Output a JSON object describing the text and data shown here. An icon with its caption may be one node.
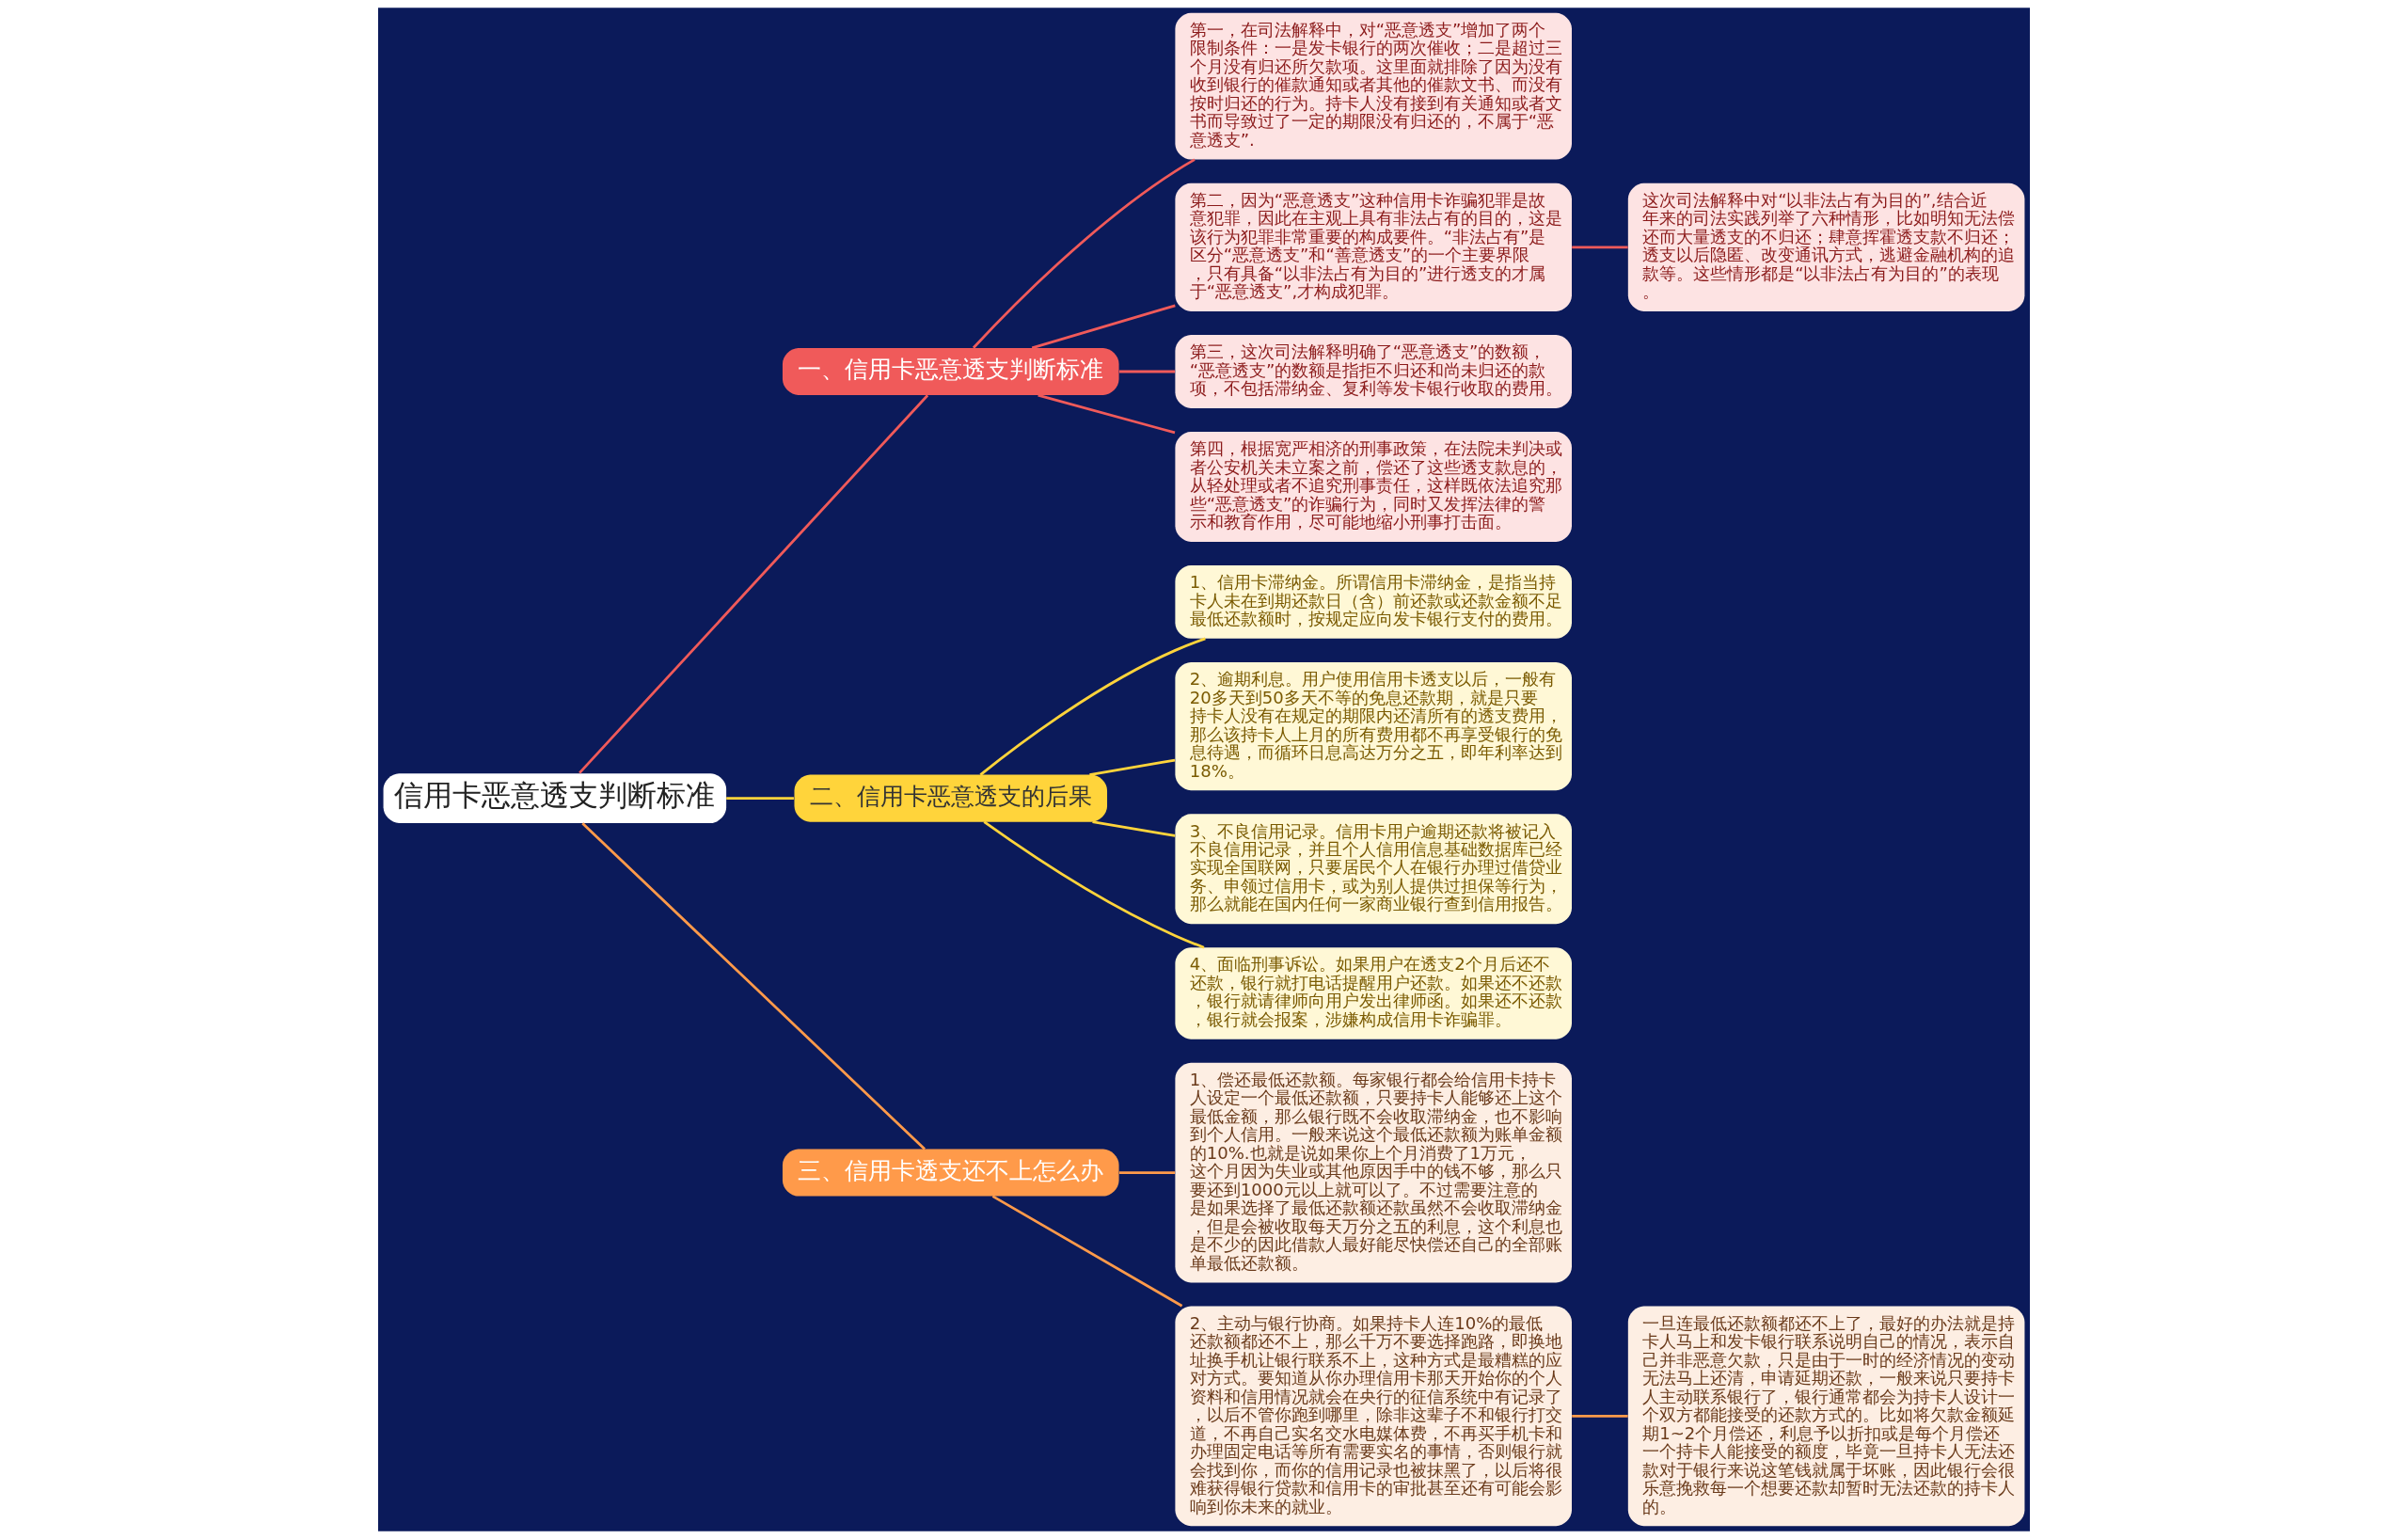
{
  "diagram": {
    "nodes": [
      {
        "text": [
          "信用卡恶意透支判断标准"
        ]
      },
      {
        "text": [
          "一、信用卡恶意透支判断标准"
        ]
      },
      {
        "text": [
          "第一，在司法解释中，对“恶意透支”增加了两个限制条件：一是发卡银行的两次催收；二是超过三个月没有归还所欠款项。这里面就排除了因为没有收到银行的催款通知或者其他的催款文书、而没有按时归还的行为。持卡人没有接到有关通知或者文书而导致过了一定的期限没有归还的，不属于“恶意透支”."
        ]
      },
      {
        "text": [
          "第二，因为“恶意透支”这种信用卡诈骗犯罪是故意犯罪，因此在主观上具有非法占有的目的，这是该行为犯罪非常重要的构成要件。“非法占有”是区分“恶意透支”和“善意透支”的一个主要界限，只有具备“以非法占有为目的”进行透支的才属于“恶意透支”,才构成犯罪。"
        ]
      },
      {
        "text": [
          "第三，这次司法解释明确了“恶意透支”的数额，“恶意透支”的数额是指拒不归还和尚未归还的款项，不包括滞纳金、复利等发卡银行收取的费用。"
        ]
      },
      {
        "text": [
          "第四，根据宽严相济的刑事政策，在法院未判决或者公安机关未立案之前，偿还了这些透支款息的，从轻处理或者不追究刑事责任，这样既依法追究那些“恶意透支”的诈骗行为，同时又发挥法律的警示和教育作用，尽可能地缩小刑事打击面。"
        ]
      },
      {
        "text": [
          "这次司法解释中对“以非法占有为目的”,结合近年来的司法实践列举了六种情形，比如明知无法偿还而大量透支的不归还；肆意挥霍透支款不归还；透支以后隐匿、改变通讯方式，逃避金融机构的追款等。这些情形都是“以非法占有为目的”的表现。"
        ]
      },
      {
        "text": [
          "二、信用卡恶意透支的后果"
        ]
      },
      {
        "text": [
          "1、信用卡滞纳金。所谓信用卡滞纳金，是指当持卡人未在到期还款日（含）前还款或还款金额不足最低还款额时，按规定应向发卡银行支付的费用。"
        ]
      },
      {
        "text": [
          "2、逾期利息。用户使用信用卡透支以后，一般有20多天到50多天不等的免息还款期，就是只要持卡人没有在规定的期限内还清所有的透支费用，那么该持卡人上月的所有费用都不再享受银行的免息待遇，而循环日息高达万分之五，即年利率达到18%。"
        ]
      },
      {
        "text": [
          "3、不良信用记录。信用卡用户逾期还款将被记入不良信用记录，并且个人信用信息基础数据库已经实现全国联网，只要居民个人在银行办理过借贷业务、申领过信用卡，或为别人提供过担保等行为，那么就能在国内任何一家商业银行查到信用报告。"
        ]
      },
      {
        "text": [
          "4、面临刑事诉讼。如果用户在透支2个月后还不还款，银行就打电话提醒用户还款。如果还不还款，银行就请律师向用户发出律师函。如果还不还款，银行就会报案，涉嫌构成信用卡诈骗罪。"
        ]
      },
      {
        "text": [
          "三、信用卡透支还不上怎么办"
        ]
      },
      {
        "text": [
          "1、偿还最低还款额。每家银行都会给信用卡持卡人设定一个最低还款额，只要持卡人能够还上这个最低金额，那么银行既不会收取滞纳金，也不影响到个人信用。一般来说这个最低还款额为账单金额的10%.也就是说如果你上个月消费了1万元，这个月因为失业或其他原因手中的钱不够，那么只要还到1000元以上就可以了。不过需要注意的是如果选择了最低还款额还款虽然不会收取滞纳金，但是会被收取每天万分之五的利息，这个利息也是不少的因此借款人最好能尽快偿还自己的全部账单最低还款额。"
        ]
      },
      {
        "text": [
          "2、主动与银行协商。如果持卡人连10%的最低还款额都还不上，那么千万不要选择跑路，即换地址换手机让银行联系不上，这种方式是最糟糕的应对方式。要知道从你办理信用卡那天开始你的个人资料和信用情况就会在央行的征信系统中有记录了，以后不管你跑到哪里，除非这辈子不和银行打交道，不再自己实名交水电媒体费，不再买手机卡和办理固定电话等所有需要实名的事情，否则银行就会找到你，而你的信用记录也被抹黑了，以后将很难获得银行贷款和信用卡的审批甚至还有可能会影响到你未来的就业。"
        ]
      },
      {
        "text": [
          "一旦连最低还款额都还不上了，最好的办法就是持卡人马上和发卡银行联系说明自己的情况，表示自己并非恶意欠款，只是由于一时的经济情况的变动无法马上还清，申请延期还款，一般来说只要持卡人主动联系银行了，银行通常都会为持卡人设计一个双方都能接受的还款方式的。比如将欠款金额延期1~2个月偿还，利息予以折扣或是每个月偿还一个持卡人能接受的额度，毕竟一旦持卡人无法还款对于银行来说这笔钱就属于坏账，因此银行会很乐意挽救每一个想要还款却暂时无法还款的持卡人的。"
        ]
      }
    ],
    "edges": [
      {
        "from": 0,
        "to": 1,
        "arrow": "none",
        "color": "#f05a5a"
      },
      {
        "from": 1,
        "to": 2,
        "arrow": "none",
        "color": "#f05a5a"
      },
      {
        "from": 1,
        "to": 3,
        "arrow": "none",
        "color": "#f05a5a"
      },
      {
        "from": 1,
        "to": 4,
        "arrow": "none",
        "color": "#f05a5a"
      },
      {
        "from": 1,
        "to": 5,
        "arrow": "none",
        "color": "#f05a5a"
      },
      {
        "from": 3,
        "to": 6,
        "arrow": "none",
        "color": "#f05a5a"
      },
      {
        "from": 0,
        "to": 7,
        "arrow": "none",
        "color": "#ffd43b"
      },
      {
        "from": 7,
        "to": 8,
        "arrow": "none",
        "color": "#ffd43b"
      },
      {
        "from": 7,
        "to": 9,
        "arrow": "none",
        "color": "#ffd43b"
      },
      {
        "from": 7,
        "to": 10,
        "arrow": "none",
        "color": "#ffd43b"
      },
      {
        "from": 7,
        "to": 11,
        "arrow": "none",
        "color": "#ffd43b"
      },
      {
        "from": 0,
        "to": 12,
        "arrow": "none",
        "color": "#ff9a4a"
      },
      {
        "from": 12,
        "to": 13,
        "arrow": "none",
        "color": "#ff9a4a"
      },
      {
        "from": 12,
        "to": 14,
        "arrow": "none",
        "color": "#ff9a4a"
      },
      {
        "from": 14,
        "to": 15,
        "arrow": "none",
        "color": "#ff9a4a"
      }
    ]
  }
}
